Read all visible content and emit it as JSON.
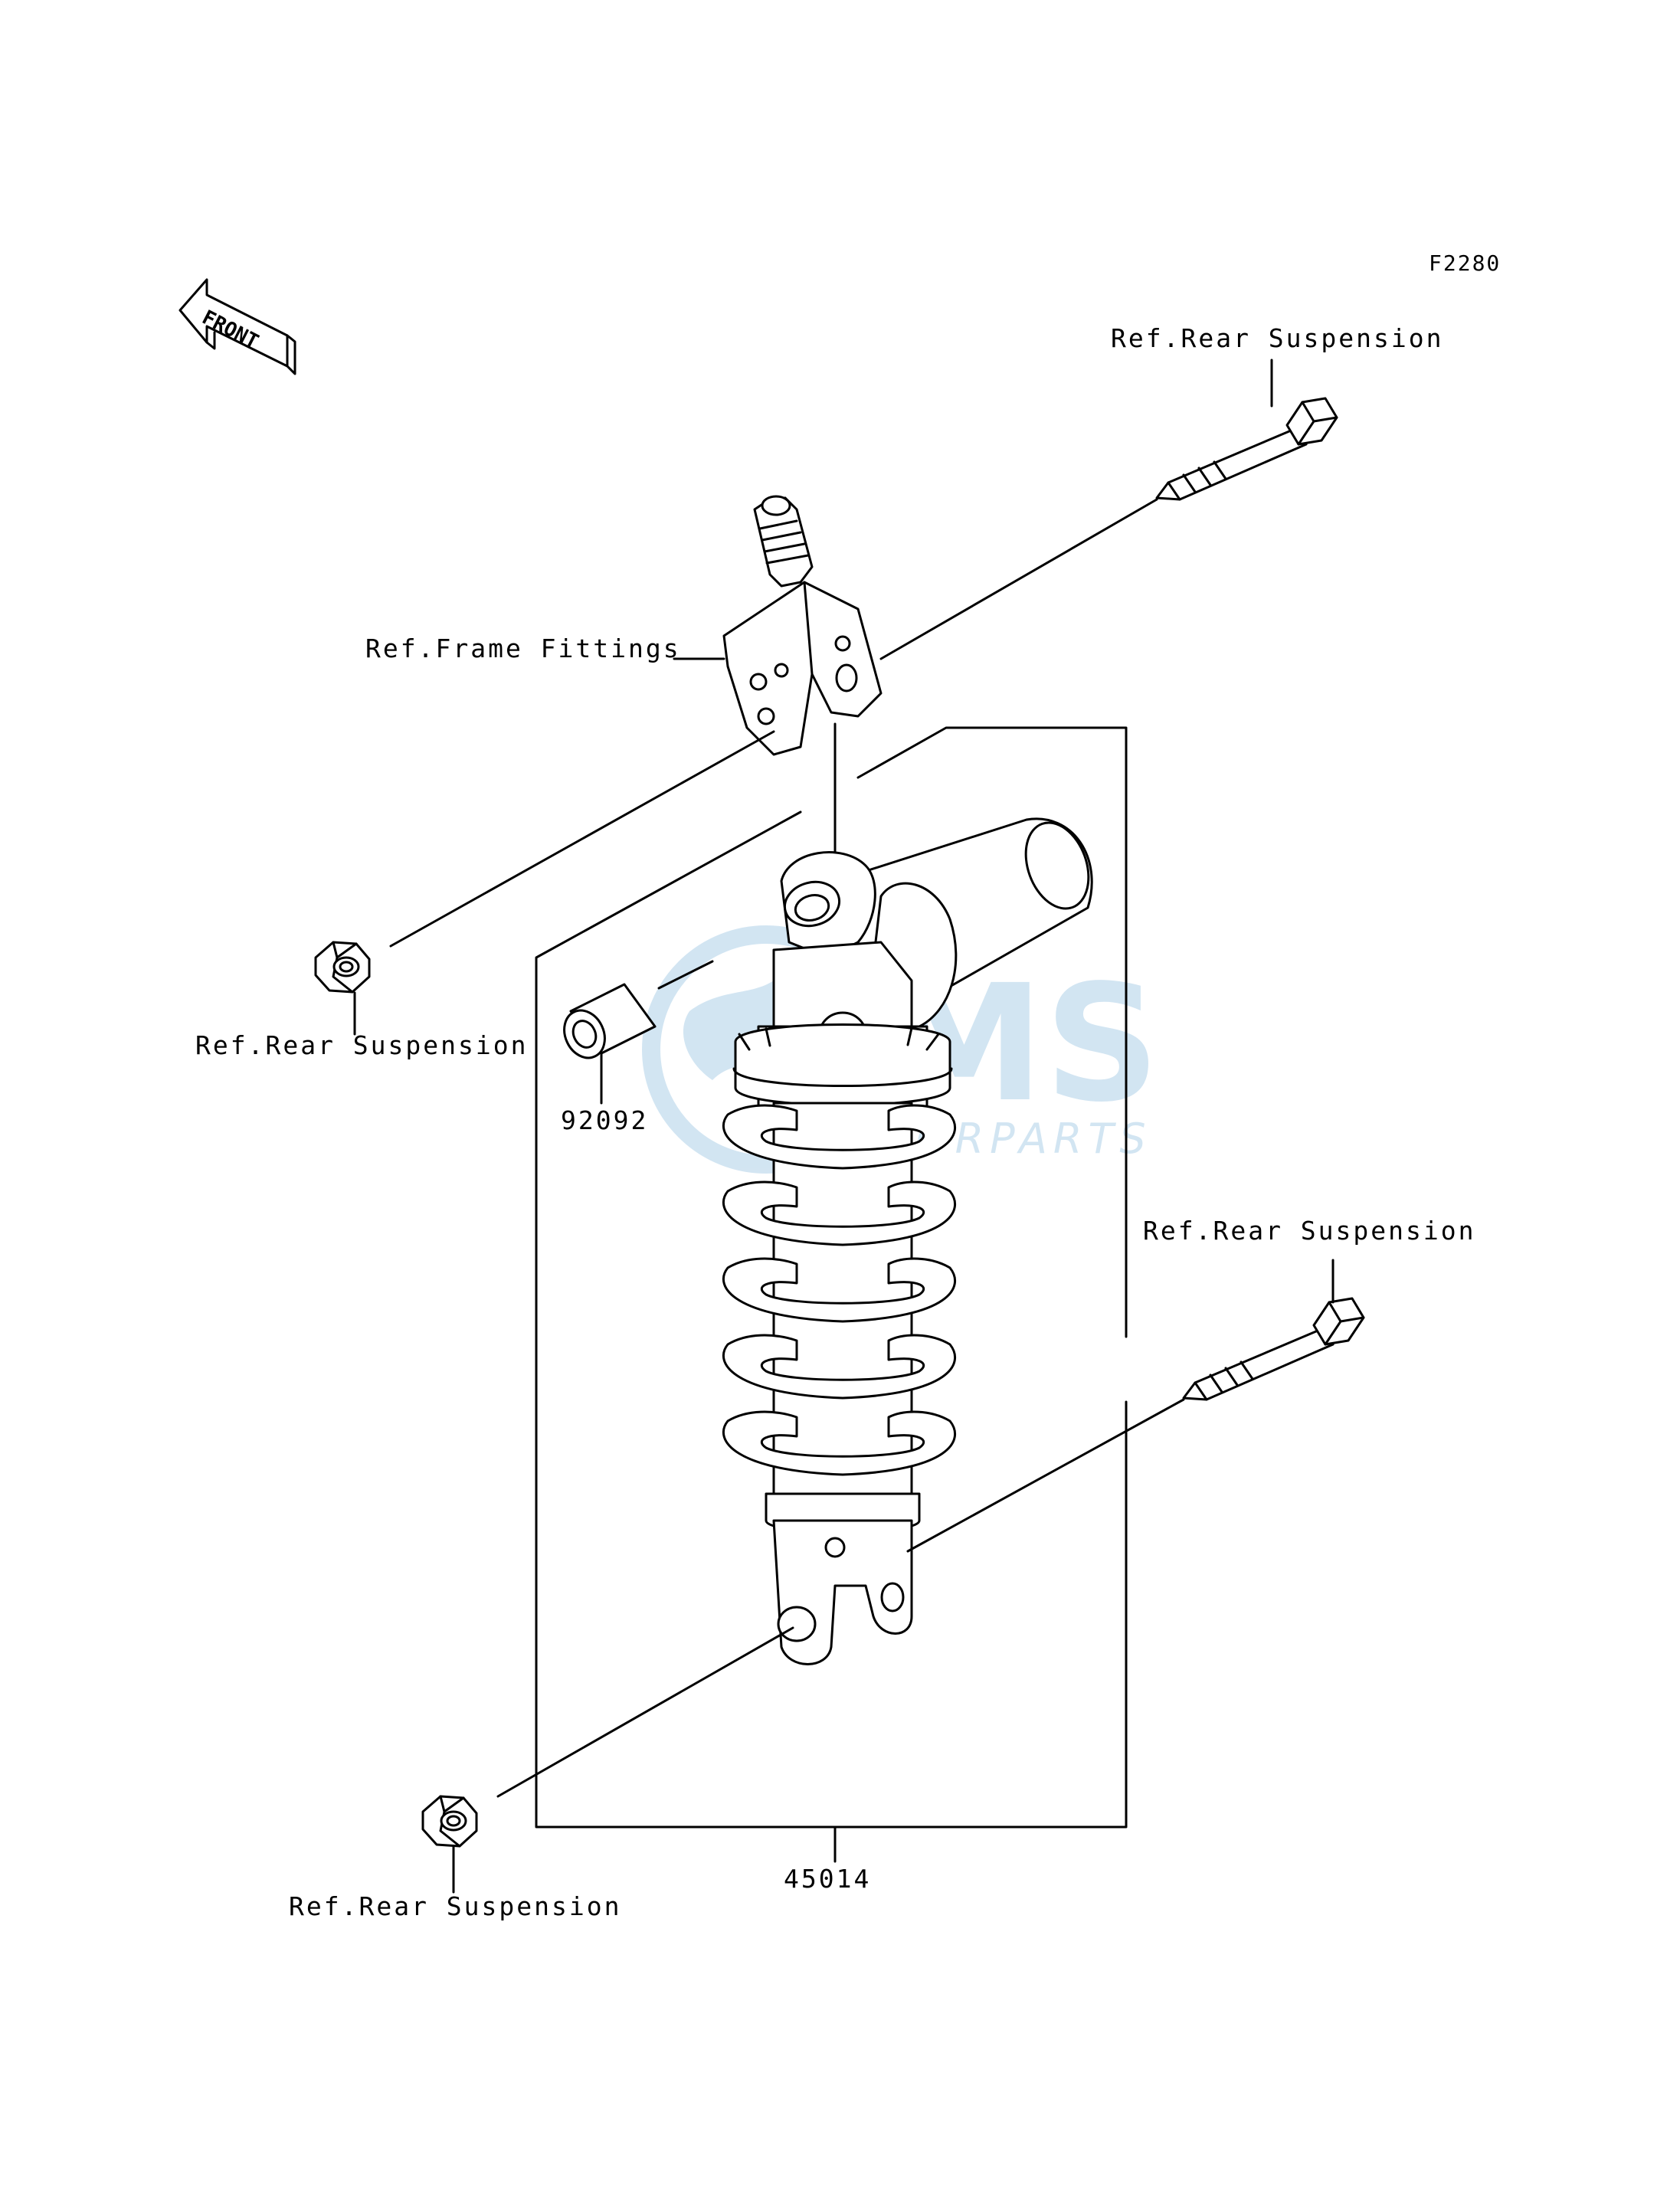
{
  "figure_code": "F2280",
  "front_marker": {
    "text": "FRONT",
    "icon": "front-arrow-icon"
  },
  "labels": {
    "rear_suspension_top": "Ref.Rear Suspension",
    "frame_fittings": "Ref.Frame Fittings",
    "rear_suspension_left": "Ref.Rear Suspension",
    "part_92092": "92092",
    "rear_suspension_right": "Ref.Rear Suspension",
    "rear_suspension_bottom": "Ref.Rear Suspension",
    "part_45014": "45014"
  },
  "watermark": {
    "brand": "CMS",
    "sub": "MOTORPARTS",
    "color": "#9dc6e3"
  },
  "colors": {
    "line": "#000000",
    "background": "#ffffff"
  }
}
